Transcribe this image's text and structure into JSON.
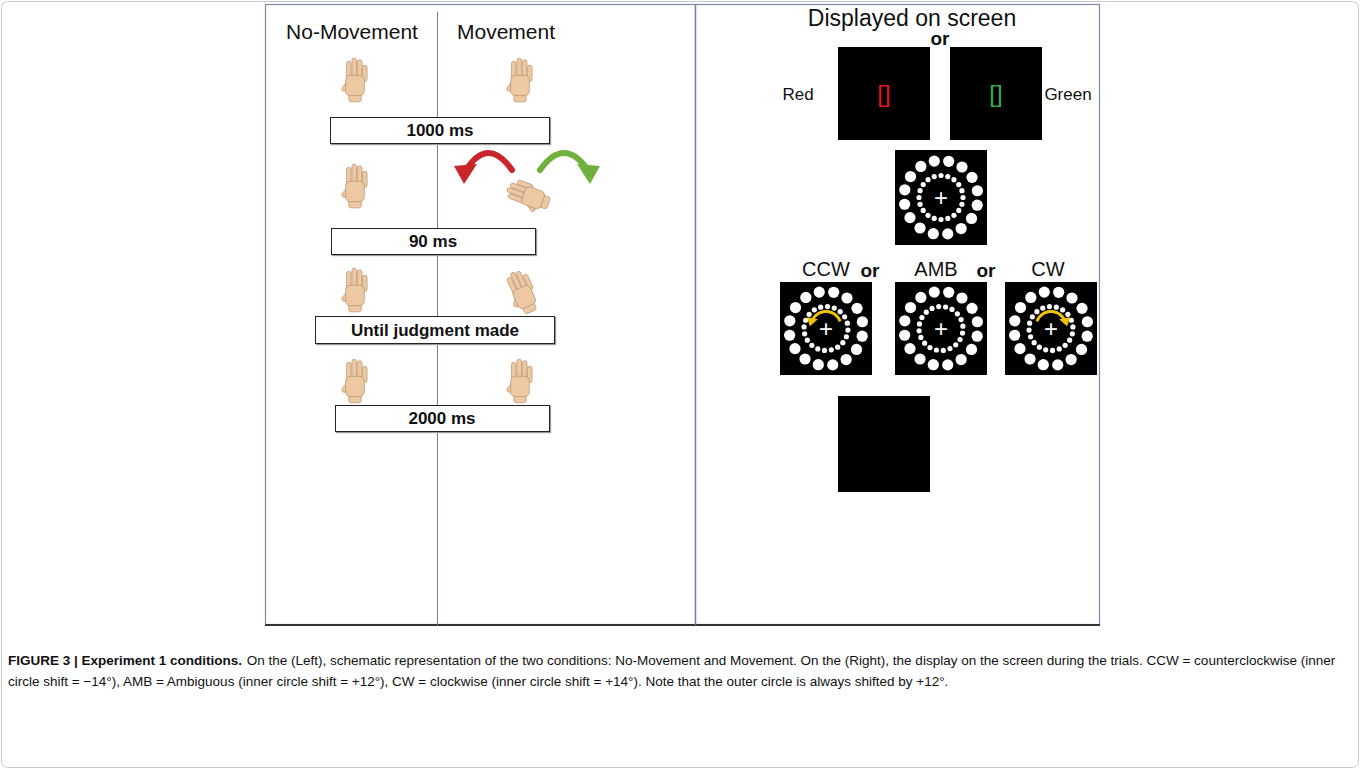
{
  "diagram": {
    "title": "FIGURE 3 | Experiment 1 conditions.",
    "caption": "On the (Left), schematic representation of the two conditions: No-Movement and Movement. On the (Right), the display on the screen during the trials. CCW = counterclockwise (inner circle shift = −14°), AMB = Ambiguous (inner circle shift = +12°), CW = clockwise (inner circle shift = +14°). Note that the outer circle is always shifted by +12°.",
    "nodes": [
      {
        "text": [
          "1000 ms"
        ]
      },
      {
        "text": [
          "90 ms"
        ]
      },
      {
        "text": [
          "Until judgment made"
        ]
      },
      {
        "text": [
          "2000 ms"
        ]
      },
      {
        "text": [
          "[]"
        ]
      },
      {
        "text": [
          "[]"
        ]
      },
      {
        "text": [
          "+"
        ]
      },
      {
        "text": [
          "+"
        ]
      },
      {
        "text": [
          "+"
        ]
      },
      {
        "text": [
          "+"
        ]
      }
    ],
    "labels": [
      "No-Movement",
      "Movement",
      "Displayed on screen",
      "or",
      "Red",
      "Green",
      "CCW",
      "or",
      "AMB",
      "or",
      "CW"
    ]
  }
}
